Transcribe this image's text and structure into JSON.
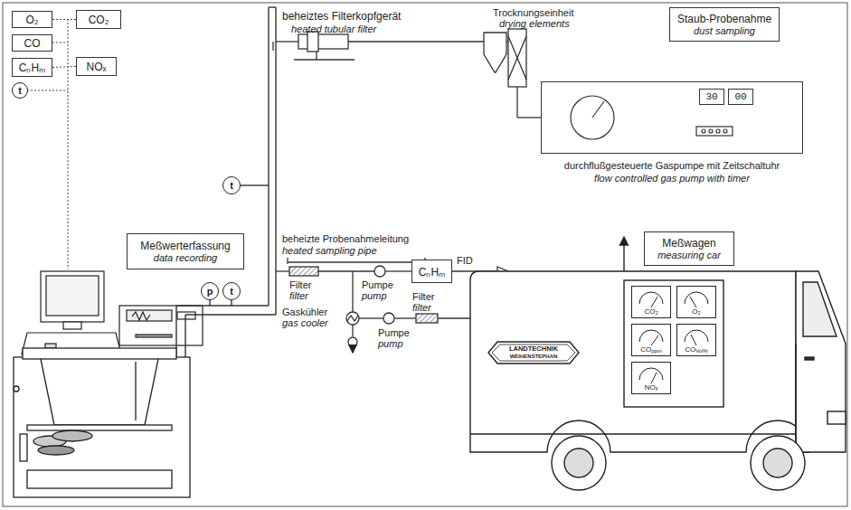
{
  "diagram": {
    "nodes": [
      {
        "text": [
          "O₂"
        ]
      },
      {
        "text": [
          "CO₂"
        ]
      },
      {
        "text": [
          "CO"
        ]
      },
      {
        "text": [
          "CₙHₘ"
        ]
      },
      {
        "text": [
          "NOₓ"
        ]
      },
      {
        "text": [
          "t"
        ]
      },
      {
        "text": [
          "Staub-Probenahme",
          "dust sampling"
        ]
      },
      {
        "text": [
          "durchflußgesteuerte Gaspumpe mit Zeitschaltuhr",
          "flow controlled gas pump with timer"
        ]
      },
      {
        "text": [
          "30"
        ],
        "in": 7
      },
      {
        "text": [
          "00"
        ],
        "in": 7
      },
      {
        "text": [
          "Meßwerterfassung",
          "data recording"
        ]
      },
      {
        "text": [
          "t"
        ]
      },
      {
        "text": [
          "CₙHₘ"
        ]
      },
      {
        "text": [
          "Meßwagen",
          "measuring car"
        ]
      },
      {
        "text": [
          "CO₂"
        ]
      },
      {
        "text": [
          "O₂"
        ]
      },
      {
        "text": [
          "CO",
          "ppm"
        ]
      },
      {
        "text": [
          "CO",
          "Vol%"
        ]
      },
      {
        "text": [
          "NOₓ"
        ]
      },
      {
        "text": [
          "p"
        ]
      },
      {
        "text": [
          "t"
        ]
      }
    ],
    "edges": [
      {
        "from": 0,
        "to": 1,
        "arrow": "none"
      },
      {
        "from": 3,
        "to": 4,
        "arrow": "none"
      }
    ],
    "labels": [
      "beheiztes Filterkopfgerät",
      "heated tubular filter",
      "Trocknungseinheit",
      "drying elements",
      "beheizte Probenahmeleitung",
      "heated sampling pipe",
      "FID",
      "Filter",
      "filter",
      "Pumpe",
      "pump",
      "Gaskühler",
      "gas cooler",
      "Pumpe",
      "pump",
      "Filter",
      "filter",
      "LANDTECHNIK",
      "WEIHENSTEPHAN"
    ]
  }
}
